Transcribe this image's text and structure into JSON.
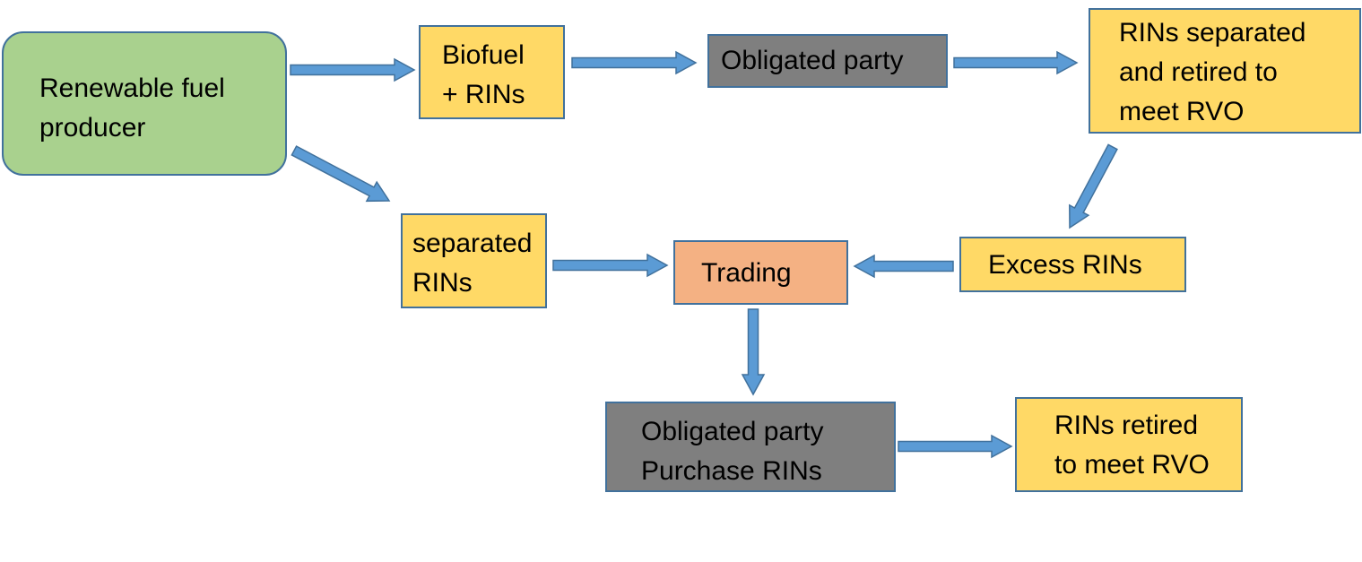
{
  "colors": {
    "producer": "#a9d18e",
    "yellow": "#ffd966",
    "gray": "#7f7f7f",
    "trading": "#f4b183",
    "border": "#41719c",
    "arrow": "#5b9bd5"
  },
  "nodes": {
    "producer": {
      "lines": [
        "Renewable fuel",
        "producer"
      ]
    },
    "biofuel": {
      "lines": [
        "Biofuel",
        "+ RINs"
      ]
    },
    "obligated_top": {
      "lines": [
        "Obligated party"
      ]
    },
    "rins_separated": {
      "lines": [
        "RINs separated",
        "and retired to",
        "meet RVO"
      ]
    },
    "separated_rins": {
      "lines": [
        "separated",
        "RINs"
      ]
    },
    "trading": {
      "lines": [
        "Trading"
      ]
    },
    "excess": {
      "lines": [
        "Excess RINs"
      ]
    },
    "obligated_purchase": {
      "lines": [
        "Obligated party",
        "Purchase RINs"
      ]
    },
    "rins_retired": {
      "lines": [
        "RINs retired",
        "to meet RVO"
      ]
    }
  },
  "edges": [
    {
      "from": "producer",
      "to": "biofuel"
    },
    {
      "from": "producer",
      "to": "separated_rins"
    },
    {
      "from": "biofuel",
      "to": "obligated_top"
    },
    {
      "from": "obligated_top",
      "to": "rins_separated"
    },
    {
      "from": "rins_separated",
      "to": "excess"
    },
    {
      "from": "separated_rins",
      "to": "trading"
    },
    {
      "from": "excess",
      "to": "trading"
    },
    {
      "from": "trading",
      "to": "obligated_purchase"
    },
    {
      "from": "obligated_purchase",
      "to": "rins_retired"
    }
  ]
}
